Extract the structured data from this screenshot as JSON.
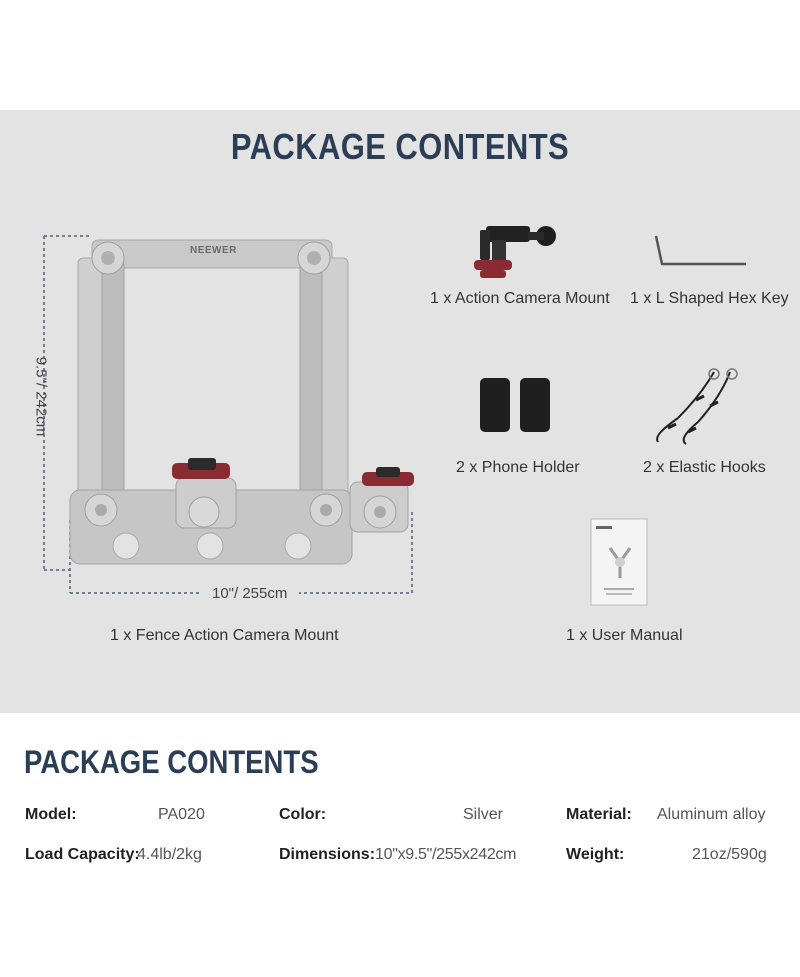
{
  "heading": "PACKAGE CONTENTS",
  "main_item": {
    "caption": "1 x Fence Action Camera Mount",
    "height_label": "9.5\"/ 242cm",
    "width_label": "10\"/ 255cm",
    "brand_mark": "NEEWER"
  },
  "items": [
    {
      "caption": "1 x Action Camera Mount",
      "icon": "action-camera-mount-icon"
    },
    {
      "caption": "1 x L Shaped Hex Key",
      "icon": "hex-key-icon"
    },
    {
      "caption": "2 x Phone Holder",
      "icon": "phone-holder-icon"
    },
    {
      "caption": "2 x Elastic Hooks",
      "icon": "elastic-hooks-icon"
    },
    {
      "caption": "1 x User Manual",
      "icon": "user-manual-icon"
    }
  ],
  "specs": {
    "heading": "PACKAGE CONTENTS",
    "rows": [
      [
        {
          "label": "Model:",
          "value": "PA020"
        },
        {
          "label": "Color:",
          "value": "Silver"
        },
        {
          "label": "Material:",
          "value": "Aluminum alloy"
        }
      ],
      [
        {
          "label": "Load Capacity:",
          "value": "4.4lb/2kg"
        },
        {
          "label": "Dimensions:",
          "value": "10\"x9.5\"/255x242cm"
        },
        {
          "label": "Weight:",
          "value": "21oz/590g"
        }
      ]
    ]
  },
  "colors": {
    "panel": "#e3e3e3",
    "heading": "#2c3e55",
    "accent_red": "#8a2a33",
    "dim_line": "#4a5d78"
  }
}
